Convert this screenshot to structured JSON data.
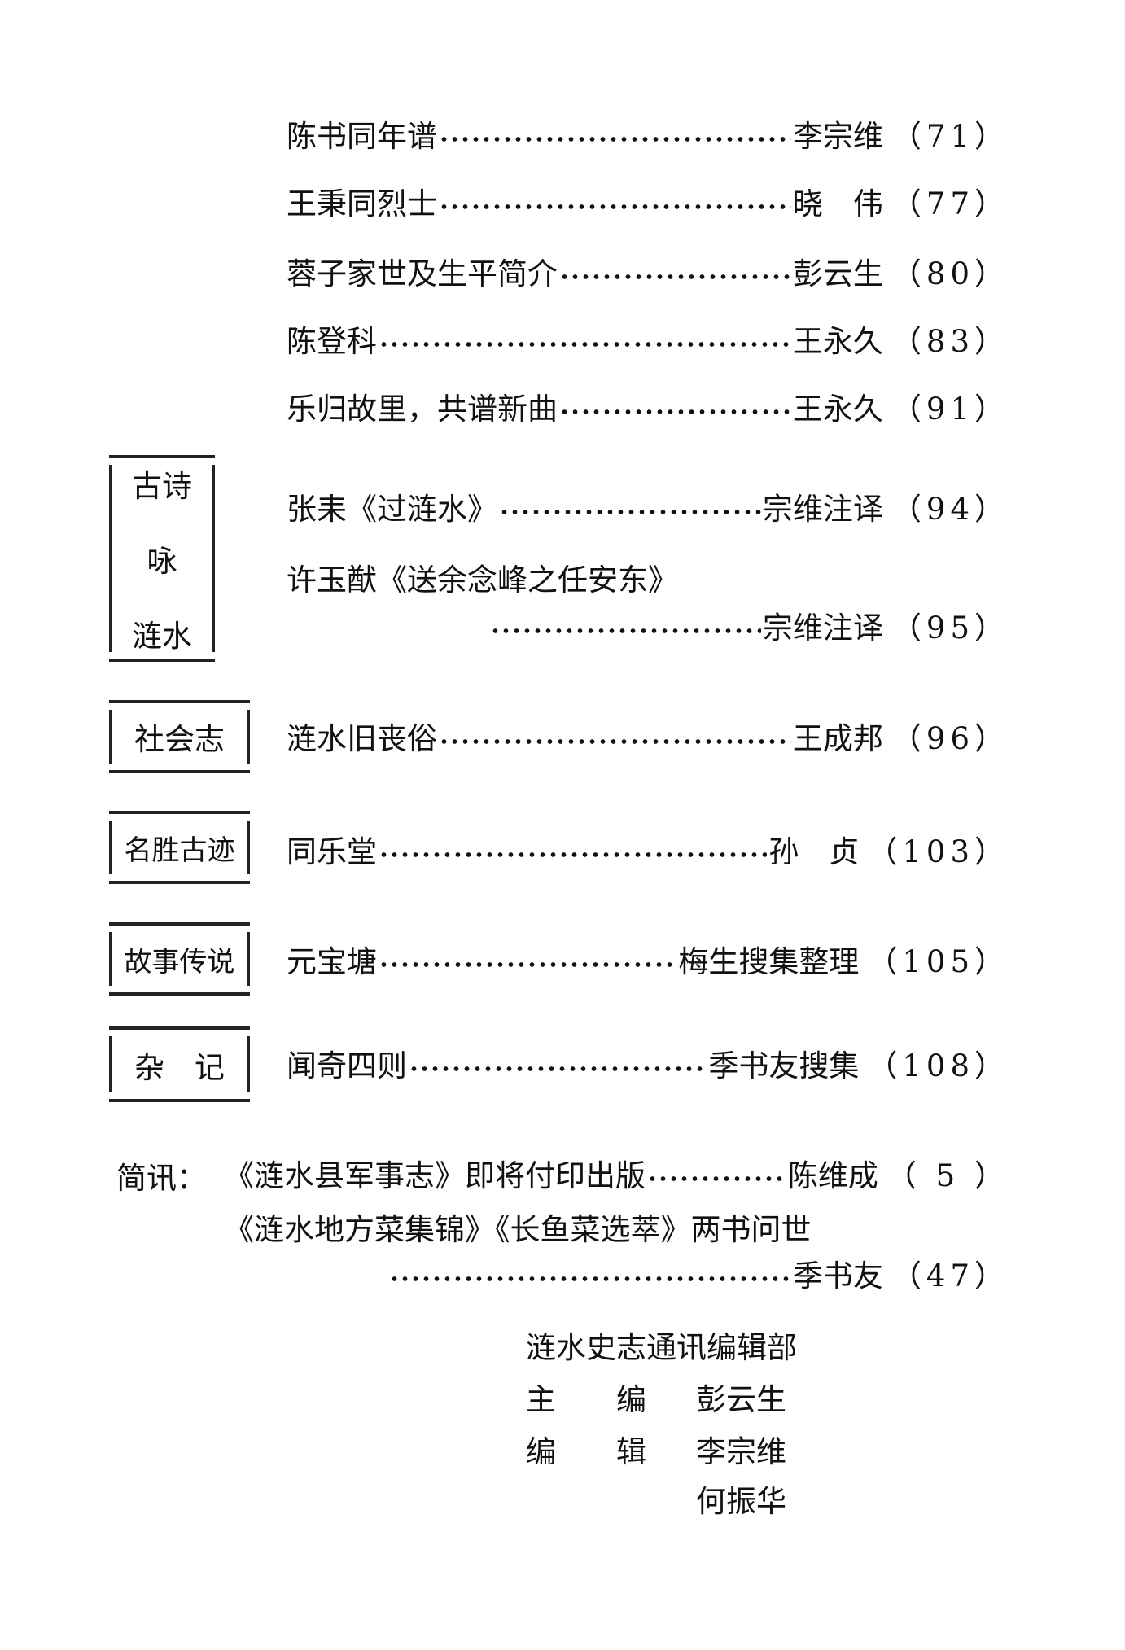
{
  "entries_top": [
    {
      "title": "陈书同年谱",
      "author": "李宗维",
      "page": "（71）"
    },
    {
      "title": "王秉同烈士",
      "author": "晓　伟",
      "page": "（77）"
    },
    {
      "title": "蓉子家世及生平简介",
      "author": "彭云生",
      "page": "（80）"
    },
    {
      "title": "陈登科",
      "author": "王永久",
      "page": "（83）"
    },
    {
      "title": "乐归故里，共谱新曲",
      "author": "王永久",
      "page": "（91）"
    }
  ],
  "sections": {
    "gushi": {
      "label_lines": [
        "古诗",
        "咏",
        "涟水"
      ],
      "entries": [
        {
          "title": "张耒《过涟水》",
          "author": "宗维注译",
          "page": "（94）"
        },
        {
          "title": "许玉猷《送余念峰之任安东》",
          "author": "宗维注译",
          "page": "（95）"
        }
      ]
    },
    "shehui": {
      "label": "社会志",
      "entry": {
        "title": "涟水旧丧俗",
        "author": "王成邦",
        "page": "（96）"
      }
    },
    "mingsheng": {
      "label": "名胜古迹",
      "entry": {
        "title": "同乐堂",
        "author": "孙　贞",
        "page": "（103）"
      }
    },
    "gushichuanshuo": {
      "label": "故事传说",
      "entry": {
        "title": "元宝塘",
        "author": "梅生搜集整理",
        "page": "（105）"
      }
    },
    "zaji": {
      "label": "杂　记",
      "entry": {
        "title": "闻奇四则",
        "author": "季书友搜集",
        "page": "（108）"
      }
    }
  },
  "briefs": {
    "label": "简讯：",
    "items": [
      {
        "title": "《涟水县军事志》即将付印出版",
        "author": "陈维成",
        "page": "（ 5 ）"
      },
      {
        "title": "《涟水地方菜集锦》《长鱼菜选萃》两书问世",
        "author": "季书友",
        "page": "（47）"
      }
    ]
  },
  "editorial": {
    "department": "涟水史志通讯编辑部",
    "chief_label": "主　　编",
    "chief": "彭云生",
    "editors_label": "编　　辑",
    "editors": [
      "李宗维",
      "何振华"
    ]
  }
}
